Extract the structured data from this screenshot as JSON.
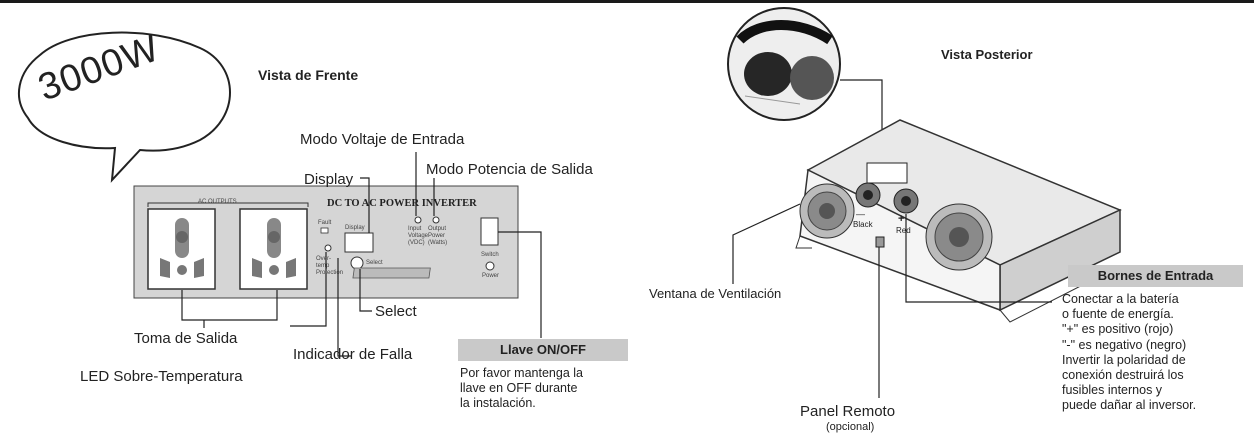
{
  "speech_bubble": "3000W",
  "front": {
    "title": "Vista de Frente",
    "panel_title": "DC TO AC  POWER INVERTER",
    "ac_outputs_label": "AC OUTPUTS",
    "fault_small": "Fault",
    "display_small": "Display",
    "overtemp_small": "Over-temp Protection",
    "select_small": "Select",
    "switch_small": "Switch",
    "power_small": "Power",
    "mode_small_1": "Input Voltage (VDC)",
    "mode_small_2": "Output Power (Watts)",
    "labels": {
      "input_voltage_mode": "Modo Voltaje de Entrada",
      "output_power_mode": "Modo Potencia de Salida",
      "display": "Display",
      "select": "Select",
      "fault_indicator": "Indicador de Falla",
      "output_outlet": "Toma de Salida",
      "overtemp_led": "LED Sobre-Temperatura"
    },
    "switch_box": {
      "title": "Llave ON/OFF",
      "lines": [
        "Por favor mantenga la",
        "llave en OFF durante",
        "la instalación."
      ]
    }
  },
  "rear": {
    "title": "Vista Posterior",
    "ventilation": "Ventana de Ventilación",
    "remote_panel": "Panel Remoto",
    "remote_optional": "(opcional)",
    "black_label": "Black",
    "red_label": "Red",
    "minus": "—",
    "plus": "+",
    "terminals_box": {
      "title": "Bornes de Entrada",
      "lines": [
        "Conectar a la batería",
        "o fuente de energía.",
        "\"+\" es positivo (rojo)",
        "\"-\" es negativo (negro)",
        "Invertir la polaridad de",
        "conexión destruirá los",
        "fusibles internos y",
        "puede dañar al inversor."
      ]
    }
  }
}
